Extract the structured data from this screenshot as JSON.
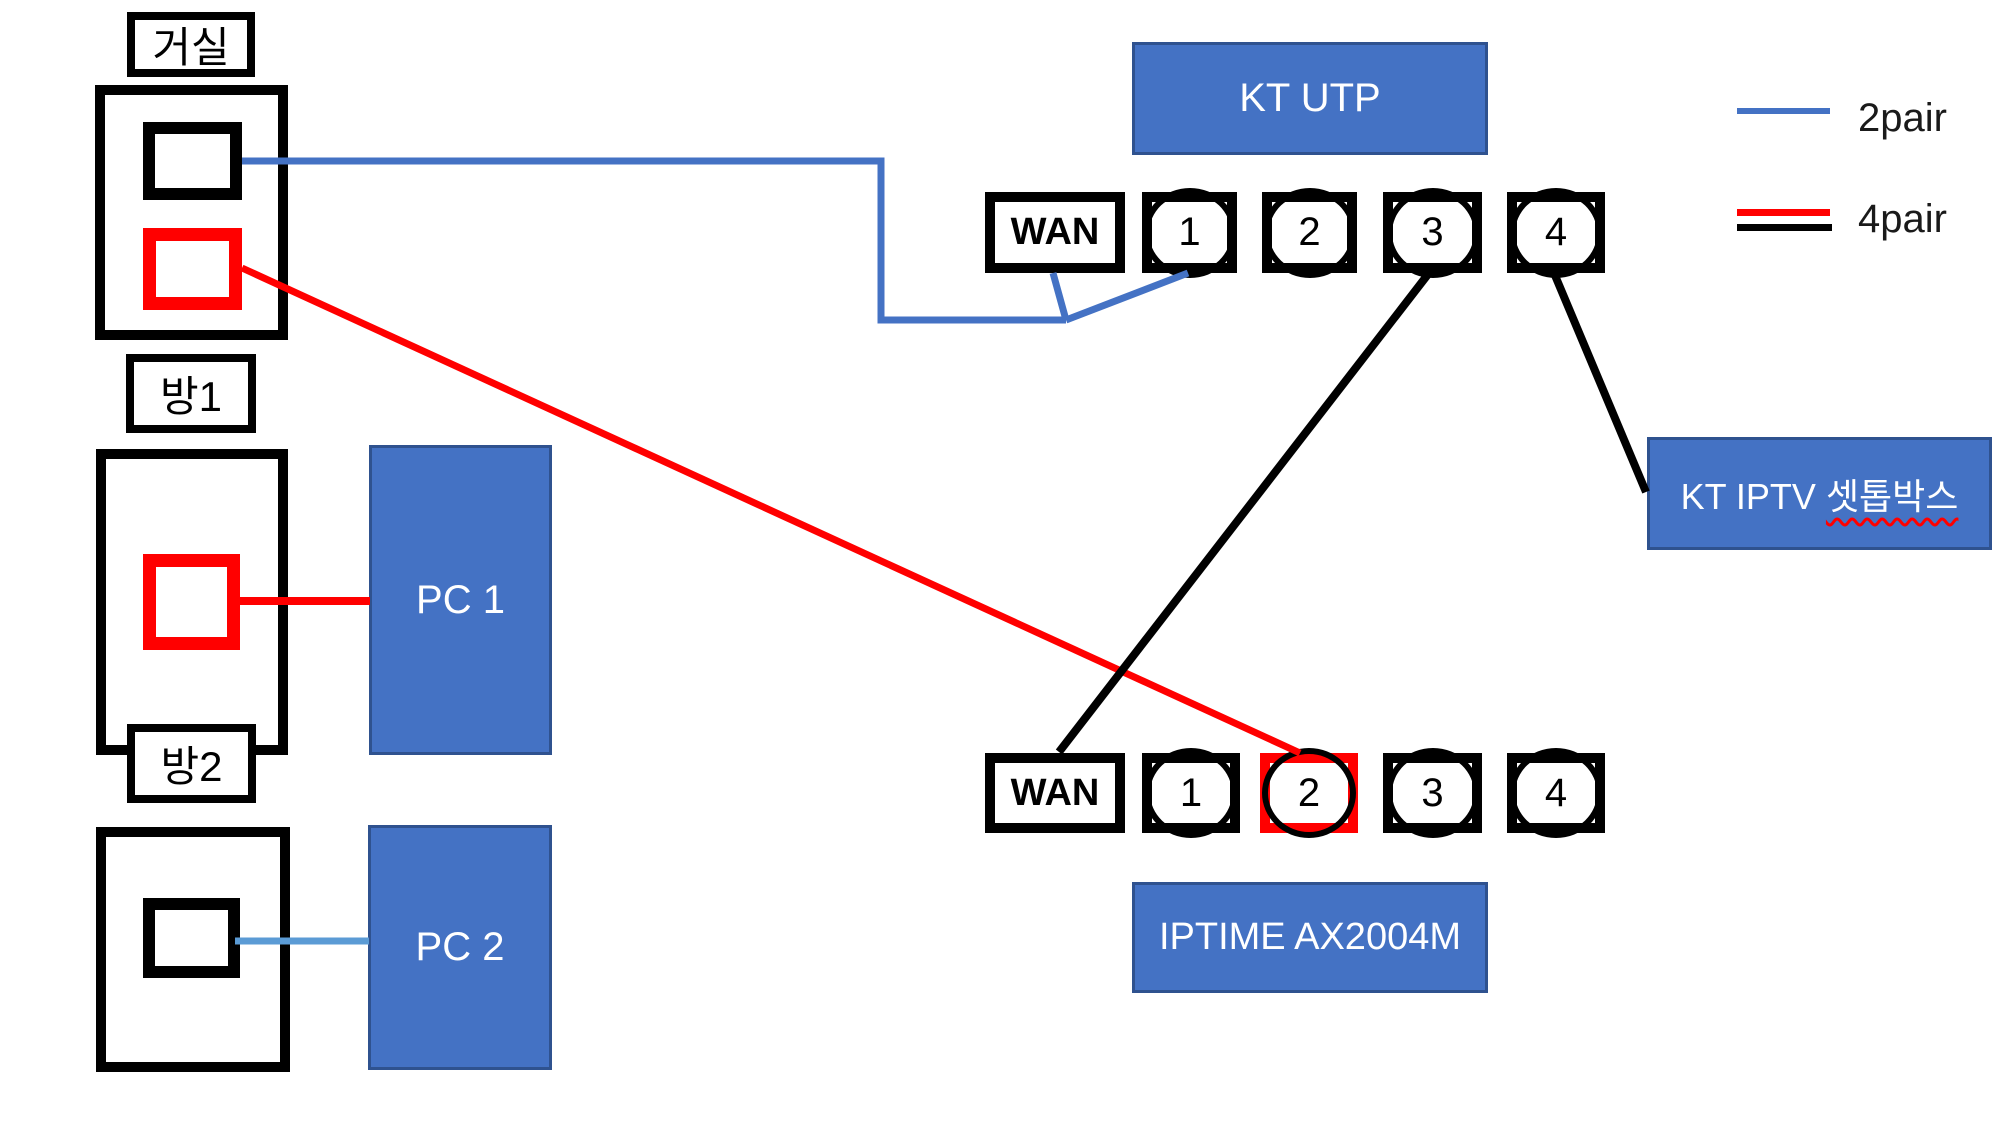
{
  "rooms": {
    "living": "거실",
    "room1": "방1",
    "room2": "방2"
  },
  "pcs": {
    "pc1": "PC 1",
    "pc2": "PC 2"
  },
  "devices": {
    "kt_utp": "KT UTP",
    "router": "IPTIME AX2004M",
    "settop_prefix": "KT IPTV ",
    "settop_name": "셋톱박스"
  },
  "ports": {
    "wan": "WAN",
    "p1": "1",
    "p2": "2",
    "p3": "3",
    "p4": "4"
  },
  "legend": {
    "two_pair": "2pair",
    "four_pair": "4pair"
  },
  "colors": {
    "device_fill": "#4472C4",
    "device_border": "#2F528F",
    "cable_2pair_blue": "#4472C4",
    "cable_2pair_light_blue": "#5B9BD5",
    "cable_4pair_red": "#FF0000",
    "cable_black": "#000000",
    "router_iptv_port_highlight": "#FF0000"
  }
}
